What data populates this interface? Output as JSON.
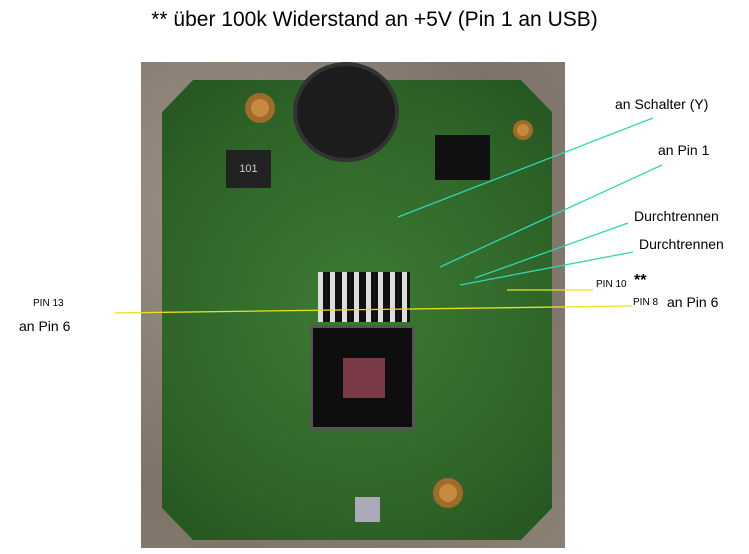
{
  "title": "** über 100k Widerstand an +5V (Pin 1 an USB)",
  "photo": {
    "inductor_marking": "101"
  },
  "annotations": {
    "schalter": "an Schalter (Y)",
    "pin1": "an Pin 1",
    "durchtrennen_1": "Durchtrennen",
    "durchtrennen_2": "Durchtrennen",
    "pin10": "PIN 10",
    "pin10_mark": "**",
    "pin8": "PIN 8",
    "pin8_target": "an Pin 6",
    "pin13": "PIN 13",
    "pin13_target": "an Pin 6"
  },
  "colors": {
    "cyan_line": "#2fd6b0",
    "yellow_line": "#e8e020"
  }
}
